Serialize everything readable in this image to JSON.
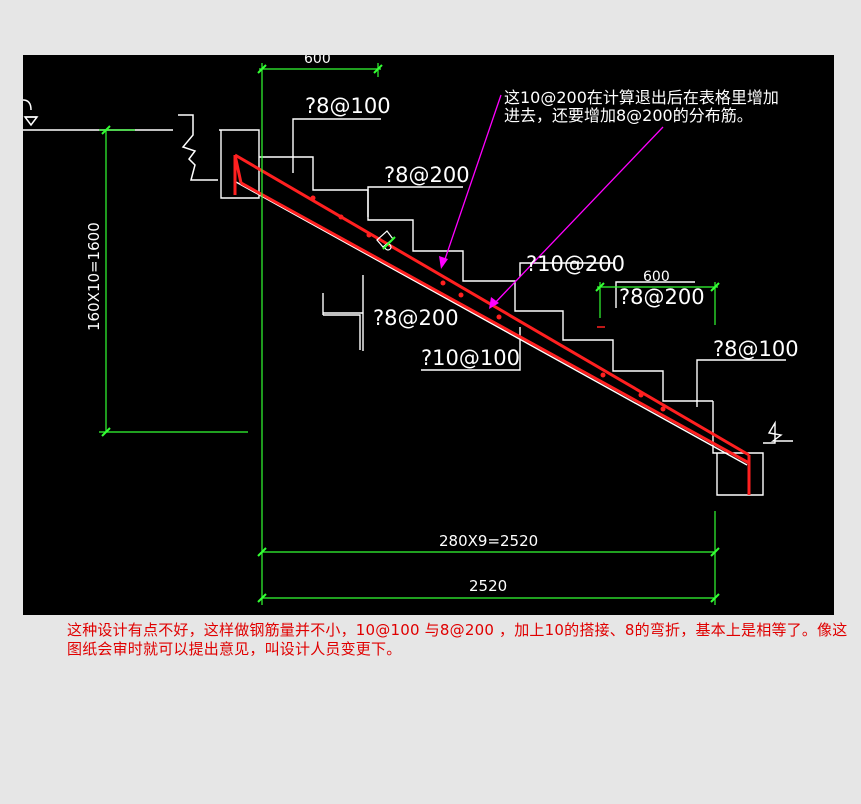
{
  "drawing": {
    "dim_top_600": "600",
    "dim_right_600": "600",
    "dim_vertical": "160X10=1600",
    "dim_horizontal_steps": "280X9=2520",
    "dim_horizontal_total": "2520",
    "rebar_labels": {
      "top_left": "?8@100",
      "mid_top": "?8@200",
      "mid_left": "?8@200",
      "bottom_left": "?10@100",
      "mid_right": "?10@200",
      "right_upper": "?8@200",
      "right_lower": "?8@100"
    },
    "annotation": {
      "line1": "这10@200在计算退出后在表格里增加",
      "line2": "进去，还要增加8@200的分布筋。"
    },
    "colors": {
      "background": "#000000",
      "outline": "#ffffff",
      "dimension": "#33ff33",
      "rebar": "#ff2020",
      "leader": "#ff00ff"
    }
  },
  "footer": {
    "note": "这种设计有点不好，这样做钢筋量并不小，10@100 与8@200 ，加上10的搭接、8的弯折，基本上是相等了。像这图纸会审时就可以提出意见，叫设计人员变更下。"
  }
}
